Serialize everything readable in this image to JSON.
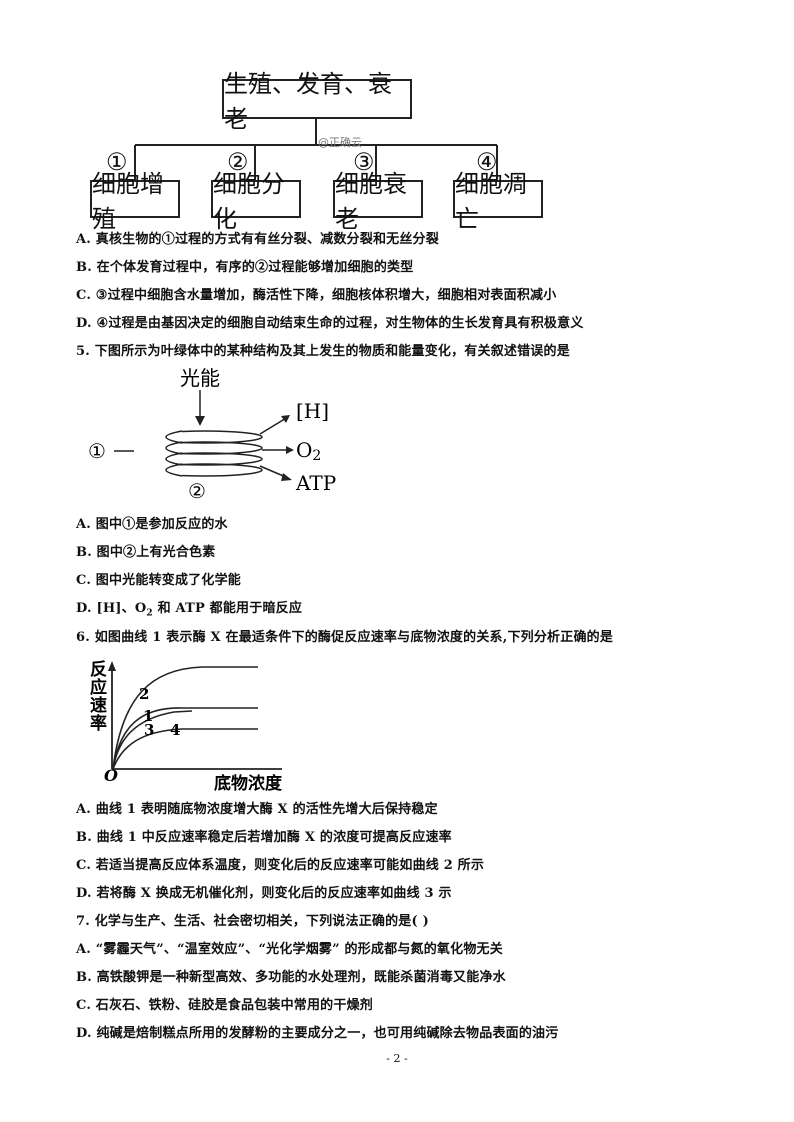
{
  "diagram1": {
    "top_box": "生殖、发育、衰老",
    "circles": [
      "①",
      "②",
      "③",
      "④"
    ],
    "boxes": [
      "细胞增殖",
      "细胞分化",
      "细胞衰老",
      "细胞凋亡"
    ],
    "watermark": "@正确云"
  },
  "q4_options": [
    "A.  真核生物的①过程的方式有有丝分裂、减数分裂和无丝分裂",
    "B.  在个体发育过程中，有序的②过程能够增加细胞的类型",
    "C.  ③过程中细胞含水量增加，酶活性下降，细胞核体积增大，细胞相对表面积减小",
    "D.  ④过程是由基因决定的细胞自动结束生命的过程，对生物体的生长发育具有积极意义"
  ],
  "q5": {
    "stem": "5.  下图所示为叶绿体中的某种结构及其上发生的物质和能量变化，有关叙述错误的是",
    "diagram": {
      "light": "光能",
      "label1": "①",
      "label2": "②",
      "out_h": "[H]",
      "out_o2": "O",
      "out_o2_sub": "2",
      "out_atp": "ATP"
    },
    "options": [
      "A.  图中①是参加反应的水",
      "B.  图中②上有光合色素",
      "C.  图中光能转变成了化学能"
    ],
    "option_d_pre": "D.  [H]、O",
    "option_d_sub": "2",
    "option_d_post": " 和  ATP  都能用于暗反应"
  },
  "q6": {
    "stem": "6.  如图曲线 1 表示酶 X 在最适条件下的酶促反应速率与底物浓度的关系,下列分析正确的是",
    "graph": {
      "ylabel": [
        "反",
        "应",
        "速",
        "率"
      ],
      "xlabel": "底物浓度",
      "origin": "O",
      "curve_labels": [
        "1",
        "2",
        "3",
        "4"
      ]
    },
    "options": [
      "A.  曲线 1 表明随底物浓度增大酶 X 的活性先增大后保持稳定",
      "B.  曲线 1 中反应速率稳定后若增加酶 X 的浓度可提高反应速率",
      "C.  若适当提高反应体系温度，则变化后的反应速率可能如曲线 2 所示",
      "D.  若将酶 X 换成无机催化剂，则变化后的反应速率如曲线 3 示"
    ]
  },
  "q7": {
    "stem": "7.  化学与生产、生活、社会密切相关，下列说法正确的是(    )",
    "options": [
      "A.  “雾霾天气”、“温室效应”、“光化学烟雾”  的形成都与氮的氧化物无关",
      "B.  高铁酸钾是一种新型高效、多功能的水处理剂，既能杀菌消毒又能净水",
      "C.  石灰石、铁粉、硅胶是食品包装中常用的干燥剂",
      "D.  纯碱是焙制糕点所用的发酵粉的主要成分之一，也可用纯碱除去物品表面的油污"
    ]
  },
  "page_number": "- 2 -"
}
